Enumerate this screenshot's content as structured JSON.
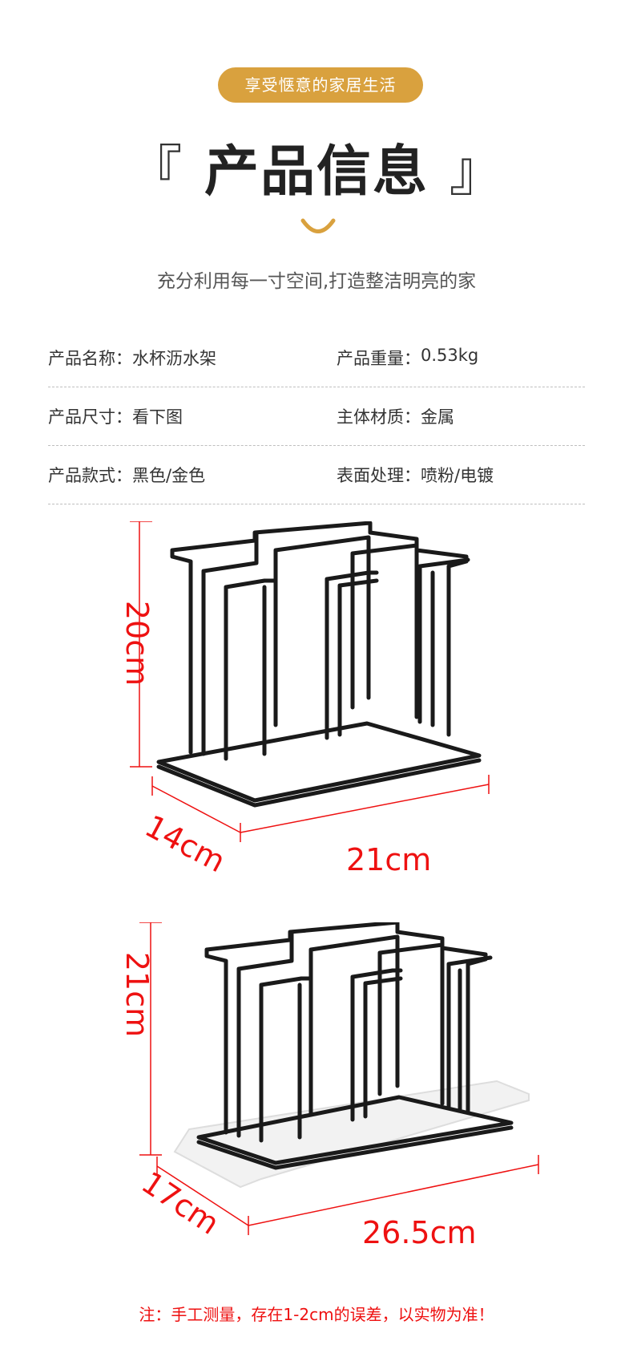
{
  "header": {
    "tagline": "享受惬意的家居生活",
    "title_left_bracket": "『",
    "title": "产品信息",
    "title_right_bracket": "』",
    "subtitle": "充分利用每一寸空间,打造整洁明亮的家"
  },
  "info": {
    "rows": [
      [
        {
          "label": "产品名称",
          "value": "水杯沥水架"
        },
        {
          "label": "产品重量",
          "value": "0.53kg"
        }
      ],
      [
        {
          "label": "产品尺寸",
          "value": "看下图"
        },
        {
          "label": "主体材质",
          "value": "金属"
        }
      ],
      [
        {
          "label": "产品款式",
          "value": "黑色/金色"
        },
        {
          "label": "表面处理",
          "value": "喷粉/电镀"
        }
      ]
    ]
  },
  "figures": [
    {
      "height": "20cm",
      "depth": "14cm",
      "width": "21cm"
    },
    {
      "height": "21cm",
      "depth": "17cm",
      "width": "26.5cm"
    }
  ],
  "note": "注：手工测量，存在1-2cm的误差，以实物为准！",
  "colors": {
    "accent": "#d9a13e",
    "dimension": "#ee1111",
    "rack": "#1a1a1a"
  }
}
